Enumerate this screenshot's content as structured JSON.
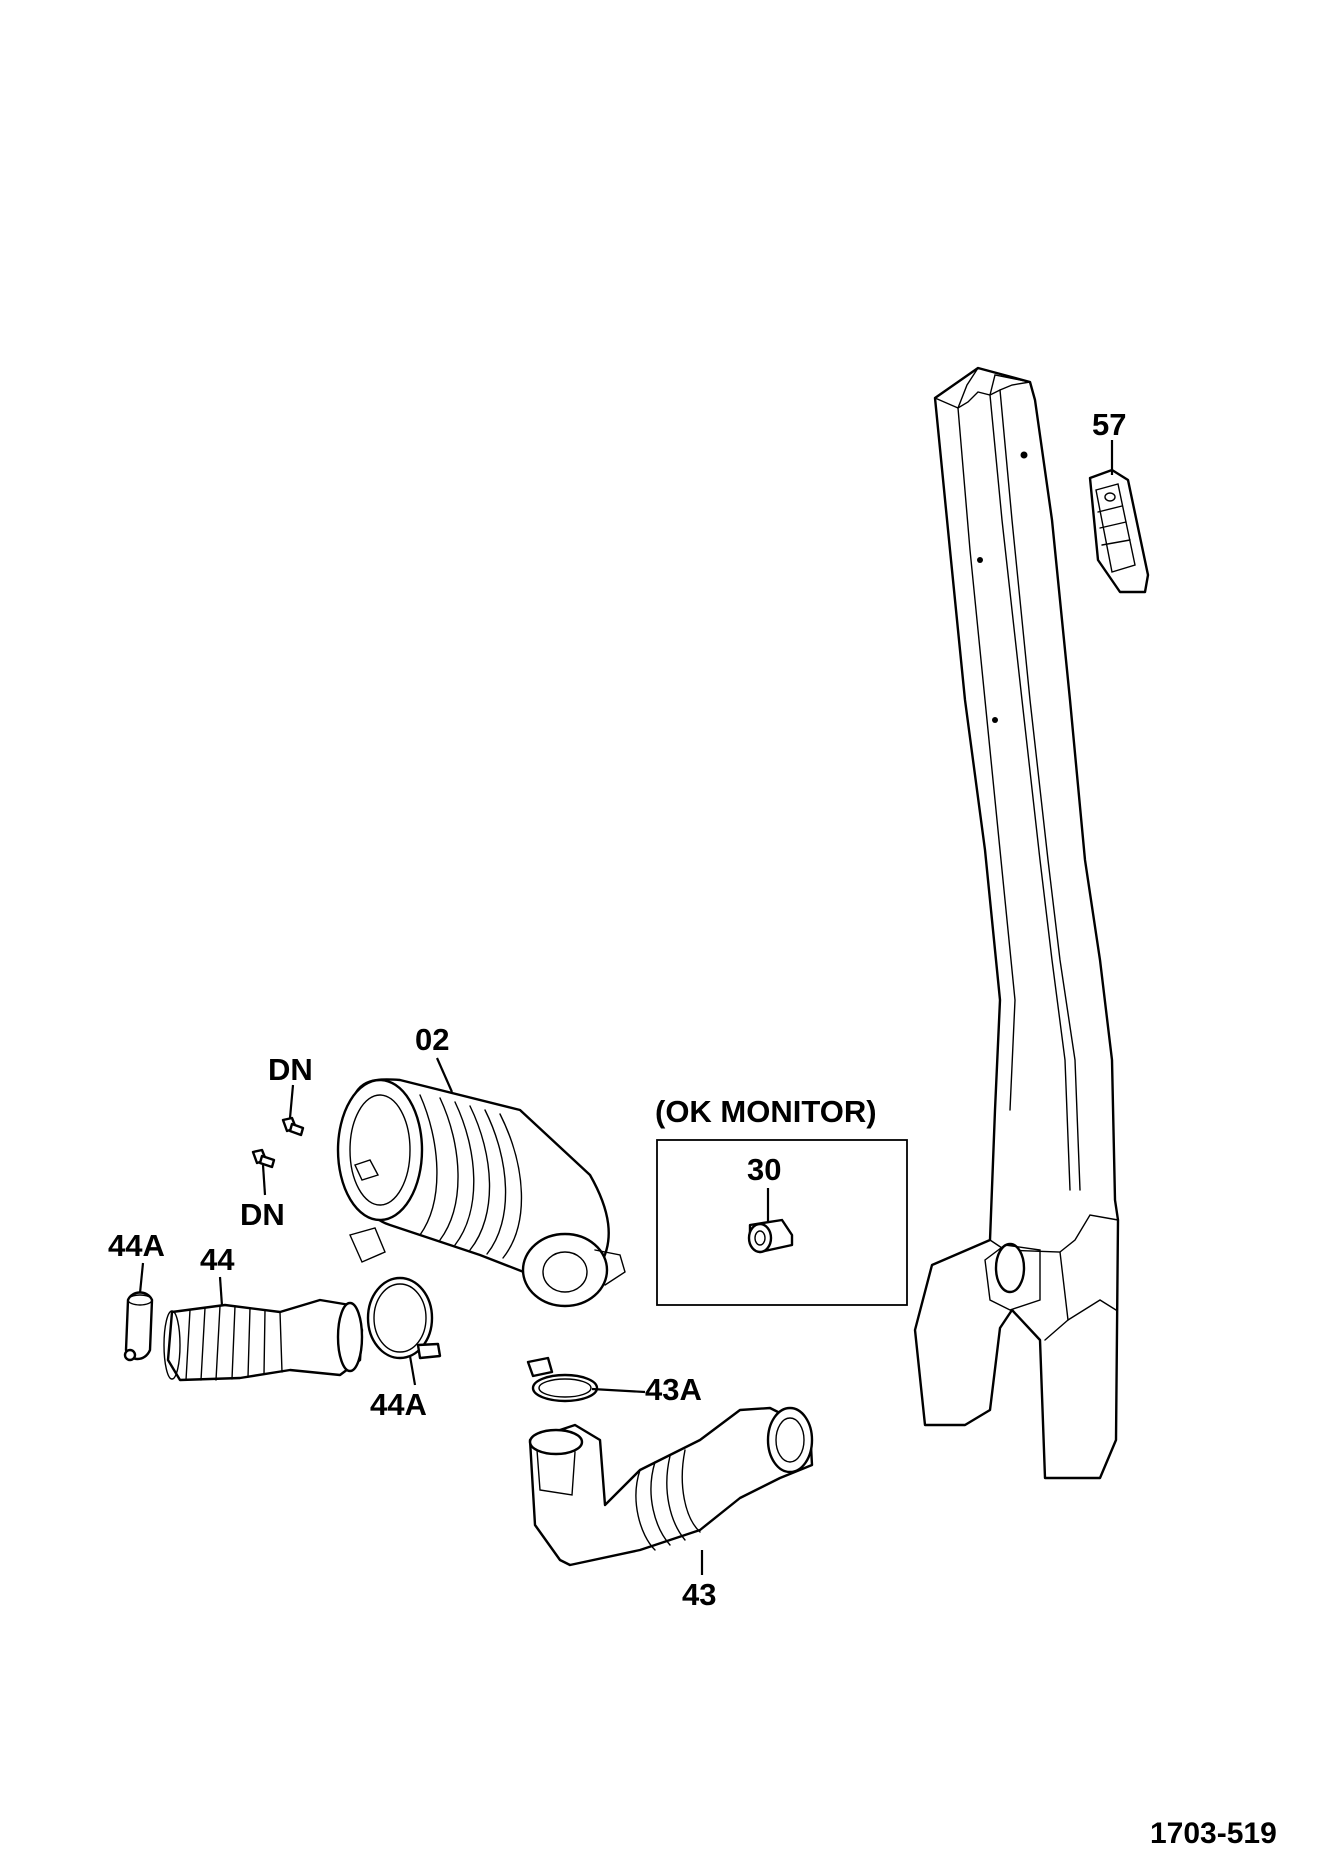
{
  "diagram": {
    "figure_id": "1703-519",
    "inset_title": "(OK MONITOR)",
    "callouts": {
      "p02": "02",
      "dn_top": "DN",
      "dn_bottom": "DN",
      "p44a_left": "44A",
      "p44": "44",
      "p44a_right": "44A",
      "p43a": "43A",
      "p43": "43",
      "p30": "30",
      "p57": "57"
    }
  }
}
